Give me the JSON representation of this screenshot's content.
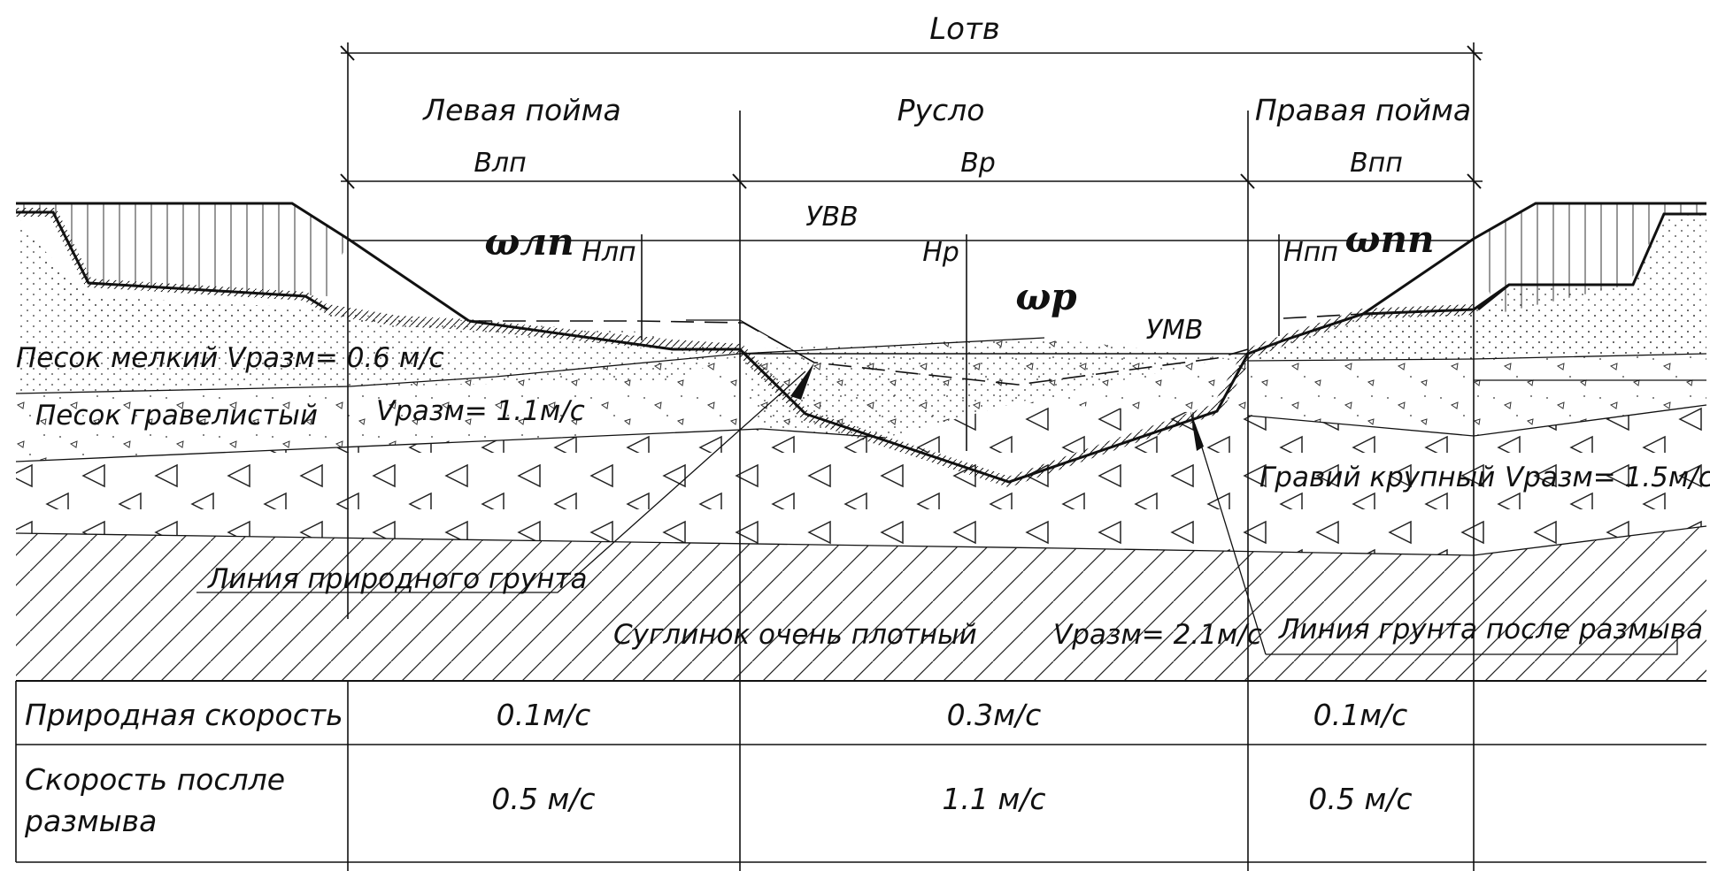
{
  "dimensions": {
    "total_width_label": "Lотв",
    "left_floodplain_width_label": "Bлп",
    "channel_width_label": "Bр",
    "right_floodplain_width_label": "Bпп"
  },
  "zones": {
    "left_floodplain": "Левая пойма",
    "channel": "Русло",
    "right_floodplain": "Правая пойма"
  },
  "water_levels": {
    "high_water": "УВВ",
    "low_water": "УМВ"
  },
  "depths": {
    "left_floodplain": "Hлп",
    "channel": "Hр",
    "right_floodplain": "Hпп"
  },
  "areas": {
    "left_floodplain": "ωлп",
    "channel": "ωр",
    "right_floodplain": "ωпп"
  },
  "soil_layers": {
    "fine_sand": "Песок мелкий  Vразм= 0.6  м/с",
    "gravelly_sand": "Песок гравелистый",
    "gravelly_sand_velocity": "Vразм= 1.1м/с",
    "coarse_gravel": "Гравий крупный",
    "coarse_gravel_velocity": "Vразм= 1.5м/с",
    "loam": "Суглинок очень плотный",
    "loam_velocity": "Vразм= 2.1м/с"
  },
  "callouts": {
    "natural_ground_line": "Линия природного грунта",
    "scoured_ground_line": "Линия грунта после размыва"
  },
  "table": {
    "rows": [
      {
        "label": "Природная скорость",
        "values": [
          "0.1м/с",
          "0.3м/с",
          "0.1м/с"
        ]
      },
      {
        "label_lines": [
          "Скорость послле",
          "размыва"
        ],
        "values": [
          "0.5  м/с",
          "1.1 м/с",
          "0.5  м/с"
        ]
      }
    ]
  }
}
